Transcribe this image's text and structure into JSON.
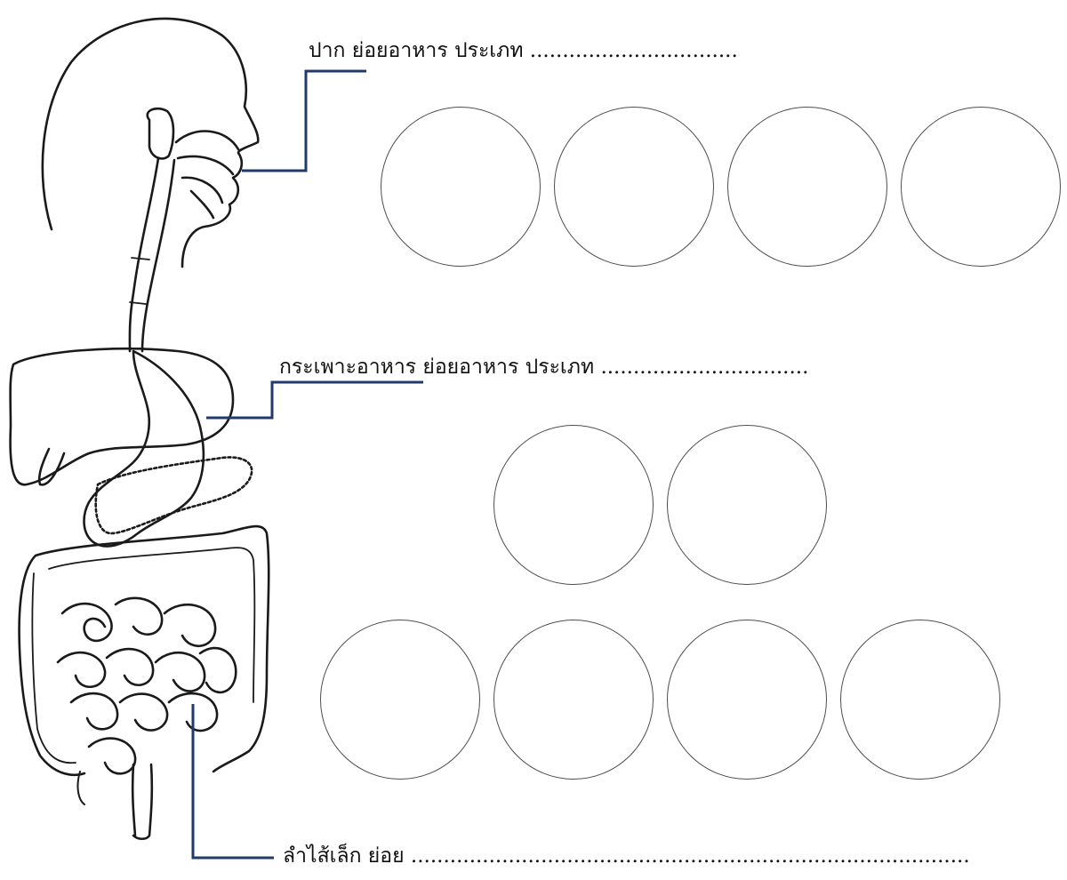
{
  "labels": {
    "mouth": {
      "text": "ปาก ย่อยอาหาร ประเภท",
      "blank": "................................"
    },
    "stomach": {
      "text": "กระเพาะอาหาร ย่อยอาหาร ประเภท",
      "blank": "................................"
    },
    "small_intestine": {
      "text": "ลำไส้เล็ก ย่อย",
      "blank": "......................................................................................"
    }
  },
  "answer_circles": {
    "mouth_count": 4,
    "stomach_count": 2,
    "small_intestine_count": 4
  },
  "colors": {
    "leader_line": "#1f3a6b",
    "outline": "#1a1a1a",
    "circle_border": "#4d4d4d"
  }
}
